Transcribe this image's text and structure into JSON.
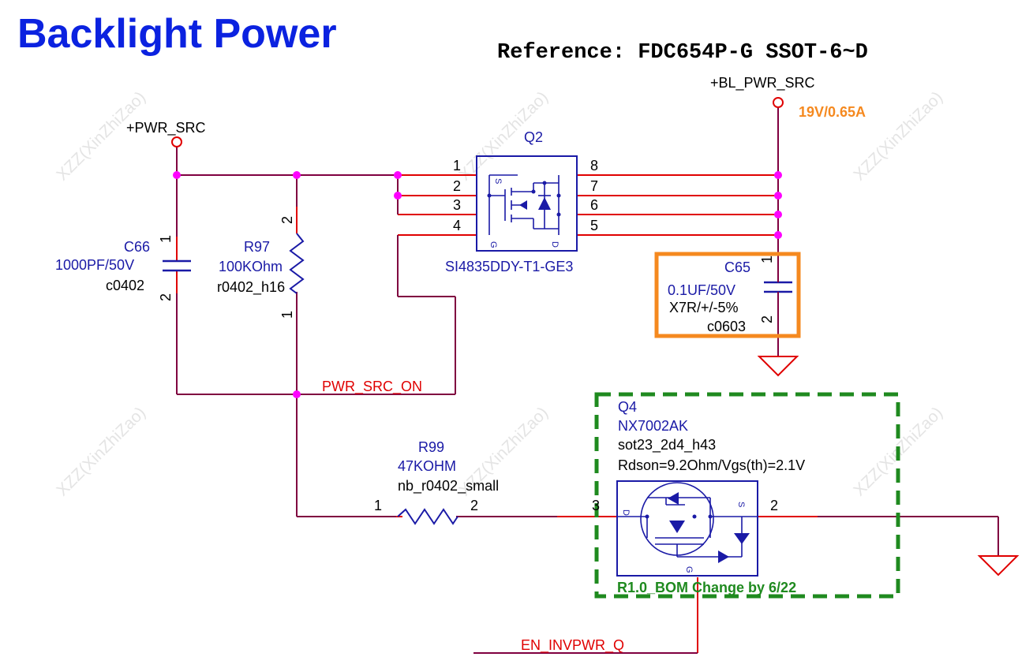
{
  "title": "Backlight Power",
  "reference": "Reference: FDC654P-G SSOT-6~D",
  "colors": {
    "title": "#0b22e0",
    "wire_dark": "#800040",
    "wire_red": "#e00000",
    "component": "#1a1aa6",
    "junction": "#ff00ff",
    "highlight": "#f5891f",
    "bom_box": "#1f8a1f"
  },
  "nets": {
    "pwr_src": "+PWR_SRC",
    "bl_pwr_src": "+BL_PWR_SRC",
    "bl_rating": "19V/0.65A",
    "pwr_src_on": "PWR_SRC_ON",
    "en_invpwr_q": "EN_INVPWR_Q"
  },
  "components": {
    "c66": {
      "ref": "C66",
      "value": "1000PF/50V",
      "footprint": "c0402",
      "pin1": "1",
      "pin2": "2"
    },
    "r97": {
      "ref": "R97",
      "value": "100KOhm",
      "footprint": "r0402_h16",
      "pin1": "1",
      "pin2": "2"
    },
    "q2": {
      "ref": "Q2",
      "part": "SI4835DDY-T1-GE3",
      "pins": [
        "1",
        "2",
        "3",
        "4",
        "8",
        "7",
        "6",
        "5"
      ],
      "s_label": "S",
      "g_label": "G",
      "d_label": "D"
    },
    "c65": {
      "ref": "C65",
      "value": "0.1UF/50V",
      "dielectric": "X7R/+/-5%",
      "footprint": "c0603",
      "pin1": "1",
      "pin2": "2"
    },
    "r99": {
      "ref": "R99",
      "value": "47KOHM",
      "footprint": "nb_r0402_small",
      "pin1": "1",
      "pin2": "2"
    },
    "q4": {
      "ref": "Q4",
      "part": "NX7002AK",
      "footprint": "sot23_2d4_h43",
      "note": "Rdson=9.2Ohm/Vgs(th)=2.1V",
      "pin3": "3",
      "pin2": "2",
      "d_label": "D",
      "s_label": "S",
      "g_label": "G"
    }
  },
  "bom_note": "R1.0_BOM Change by 6/22",
  "watermark": "XZZ(XinZhiZao)"
}
